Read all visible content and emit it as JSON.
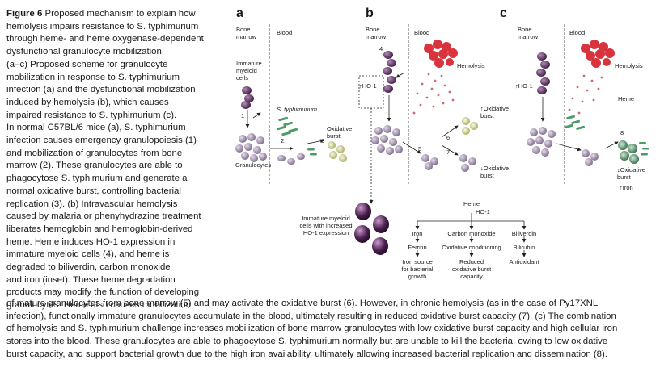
{
  "caption": {
    "figure_label": "Figure 6",
    "col_lines": [
      " Proposed mechanism to explain how",
      "hemolysis impairs resistance to S. typhimurium",
      "through heme- and heme oxygenase-dependent",
      "dysfunctional granulocyte mobilization.",
      "(a–c) Proposed scheme for granulocyte",
      "mobilization in response to S. typhimurium",
      "infection (a) and the dysfunctional mobilization",
      "induced by hemolysis (b), which causes",
      "impaired resistance to S. typhimurium (c).",
      "In normal C57BL/6 mice (a), S. typhimurium",
      "infection causes emergency granulopoiesis (1)",
      "and mobilization of granulocytes from bone",
      "marrow (2). These granulocytes are able to",
      "phagocytose S. typhimurium and generate a",
      "normal oxidative burst, controlling bacterial",
      "replication (3). (b) Intravascular hemolysis",
      "caused by malaria or phenyhydrazine treatment",
      "liberates hemoglobin and hemoglobin-derived",
      "heme. Heme induces HO-1 expression in",
      "immature myeloid cells (4), and heme is",
      "degraded to biliverdin, carbon monoxide",
      "and iron (inset). These heme degradation",
      "products may modify the function of developing",
      "granulocytes. Heme also causes mobilization"
    ],
    "full_lines": [
      "of mature granulocytes from bone marrow (5) and may activate the oxidative burst (6). However, in chronic hemolysis (as in the case of Py17XNL",
      "infection), functionally immature granulocytes accumulate in the blood, ultimately resulting in reduced oxidative burst capacity (7). (c) The combination",
      "of hemolysis and S. typhimurium challenge increases mobilization of bone marrow granulocytes with low oxidative burst capacity and high cellular iron",
      "stores into the blood. These granulocytes are able to phagocytose S. typhimurium normally but are unable to kill the bacteria, owing to low oxidative",
      "burst capacity, and support bacterial growth due to the high iron availability, ultimately allowing increased bacterial replication and dissemination (8)."
    ]
  },
  "figure": {
    "panels": [
      "a",
      "b",
      "c"
    ],
    "labels": {
      "bone_marrow": "Bone\nmarrow",
      "blood": "Blood",
      "immature_myeloid": "Immature\nmyeloid\ncells",
      "s_typhimurium": "S. typhimurium",
      "granulocytes": "Granulocytes",
      "oxidative_burst": "Oxidative\nburst",
      "hemolysis": "Hemolysis",
      "heme": "Heme",
      "ho1": "↑HO-1",
      "oxidative_burst_up": "↑Oxidative\nburst",
      "oxidative_burst_down": "↓Oxidative\nburst",
      "oxidative_burst_down_c": "↓Oxidative\nburst",
      "iron_up": "↑Iron",
      "immature_ho1": "Immature myeloid\ncells with increased\nHO-1 expression",
      "inset_heme": "Heme",
      "inset_ho1": "HO-1",
      "iron": "Iron",
      "carbon_monoxide": "Carbon monoxide",
      "biliverdin": "Biliverdin",
      "ferritin": "Ferritin",
      "oxidative_conditioning": "Oxidative conditioning",
      "bilirubin": "Bilirubin",
      "iron_source": "Iron source\nfor bacterial\ngrowth",
      "reduced_burst": "Reduced\noxidative burst\ncapacity",
      "antioxidant": "Antioxidant"
    },
    "step_numbers": [
      "1",
      "2",
      "3",
      "4",
      "5",
      "6",
      "7",
      "8"
    ],
    "colors": {
      "immature_cell": "#5a2d5c",
      "granulocyte": "#8a7a96",
      "bacteria": "#4f9a6a",
      "rbc": "#d9333d",
      "burst": "#d8d890"
    }
  }
}
